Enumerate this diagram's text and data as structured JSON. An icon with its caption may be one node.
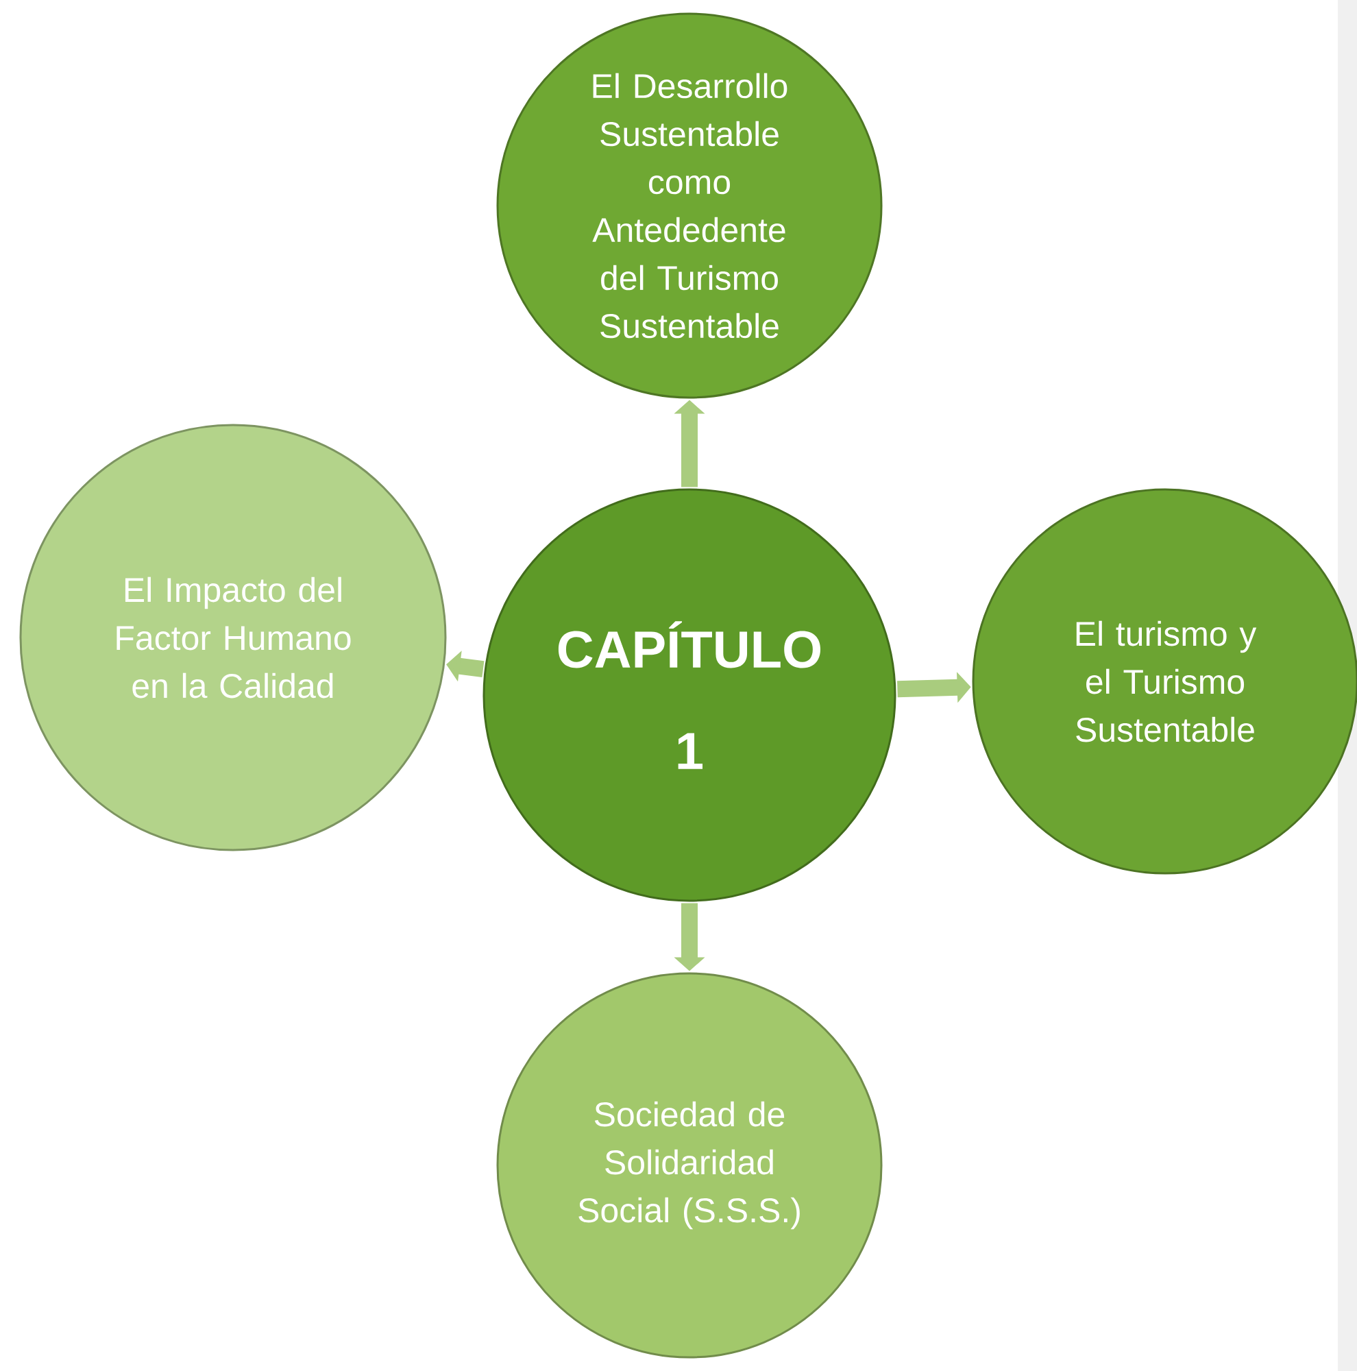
{
  "diagram": {
    "nodes": [
      {
        "text": [
          "El Desarrollo Sustentable como Antededente del Turismo Sustentable"
        ]
      },
      {
        "text": [
          "El Impacto del Factor Humano en la Calidad"
        ]
      },
      {
        "text": [
          "CAPÍTULO 1"
        ]
      },
      {
        "text": [
          "El turismo y el Turismo Sustentable"
        ]
      },
      {
        "text": [
          "Sociedad de Solidaridad Social (S.S.S.)"
        ]
      }
    ],
    "edges": [
      {
        "from": 2,
        "to": 0,
        "arrow": "to"
      },
      {
        "from": 2,
        "to": 1,
        "arrow": "to"
      },
      {
        "from": 2,
        "to": 3,
        "arrow": "to"
      },
      {
        "from": 2,
        "to": 4,
        "arrow": "to"
      }
    ]
  }
}
